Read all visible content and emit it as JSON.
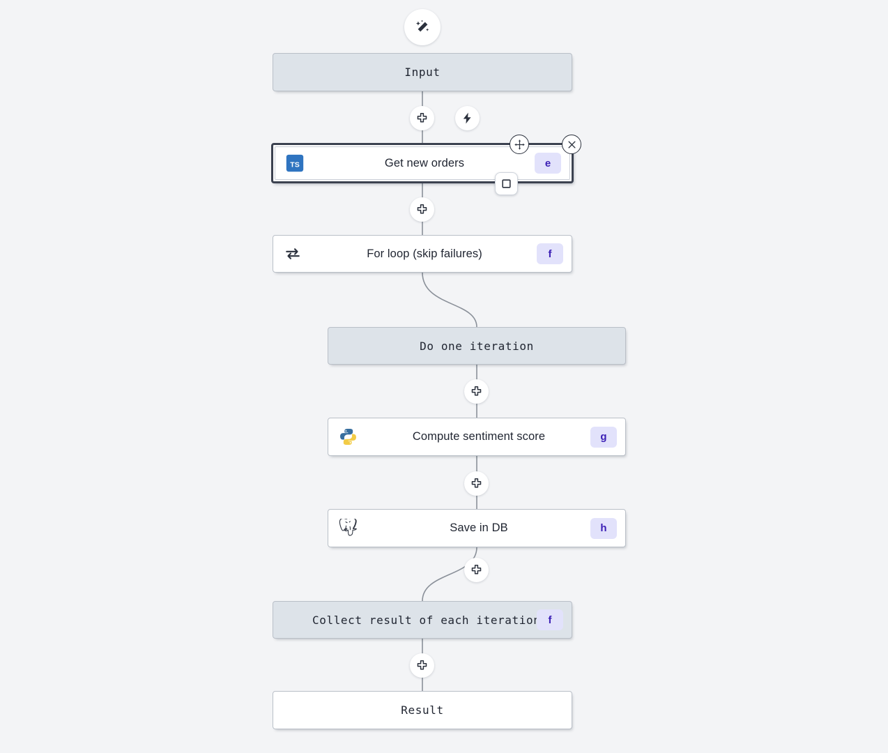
{
  "canvas": {
    "background": "#f3f4f6",
    "accent_badge_bg": "#e2e2fb",
    "accent_badge_fg": "#3b1fb5",
    "node_gray": "#dde3e9",
    "node_white": "#ffffff",
    "selected_border": "#3c4250"
  },
  "toolbar": {
    "ai_wand_icon": "magic-wand-icon"
  },
  "nodes": [
    {
      "id": "input",
      "label": "Input",
      "style": "gray",
      "font": "mono",
      "icon": "",
      "badge": ""
    },
    {
      "id": "get-new-orders",
      "label": "Get new orders",
      "style": "selected",
      "font": "sans",
      "icon": "typescript-icon",
      "badge": "e"
    },
    {
      "id": "for-loop",
      "label": "For loop (skip failures)",
      "style": "white",
      "font": "sans",
      "icon": "loop-icon",
      "badge": "f"
    },
    {
      "id": "do-one-iteration",
      "label": "Do one iteration",
      "style": "gray",
      "font": "mono",
      "icon": "",
      "badge": ""
    },
    {
      "id": "compute-sentiment-score",
      "label": "Compute sentiment score",
      "style": "white",
      "font": "sans",
      "icon": "python-icon",
      "badge": "g"
    },
    {
      "id": "save-in-db",
      "label": "Save in DB",
      "style": "white",
      "font": "sans",
      "icon": "postgresql-icon",
      "badge": "h"
    },
    {
      "id": "collect-result",
      "label": "Collect result of each iteration",
      "style": "gray",
      "font": "mono",
      "icon": "",
      "badge": "f"
    },
    {
      "id": "result",
      "label": "Result",
      "style": "white",
      "font": "mono",
      "icon": "",
      "badge": ""
    }
  ],
  "connectors": {
    "add_icon": "plus-icon",
    "trigger_icon": "lightning-bolt-icon"
  },
  "selection_controls": {
    "move_icon": "move-icon",
    "close_icon": "close-icon",
    "branch_icon": "square-icon"
  }
}
